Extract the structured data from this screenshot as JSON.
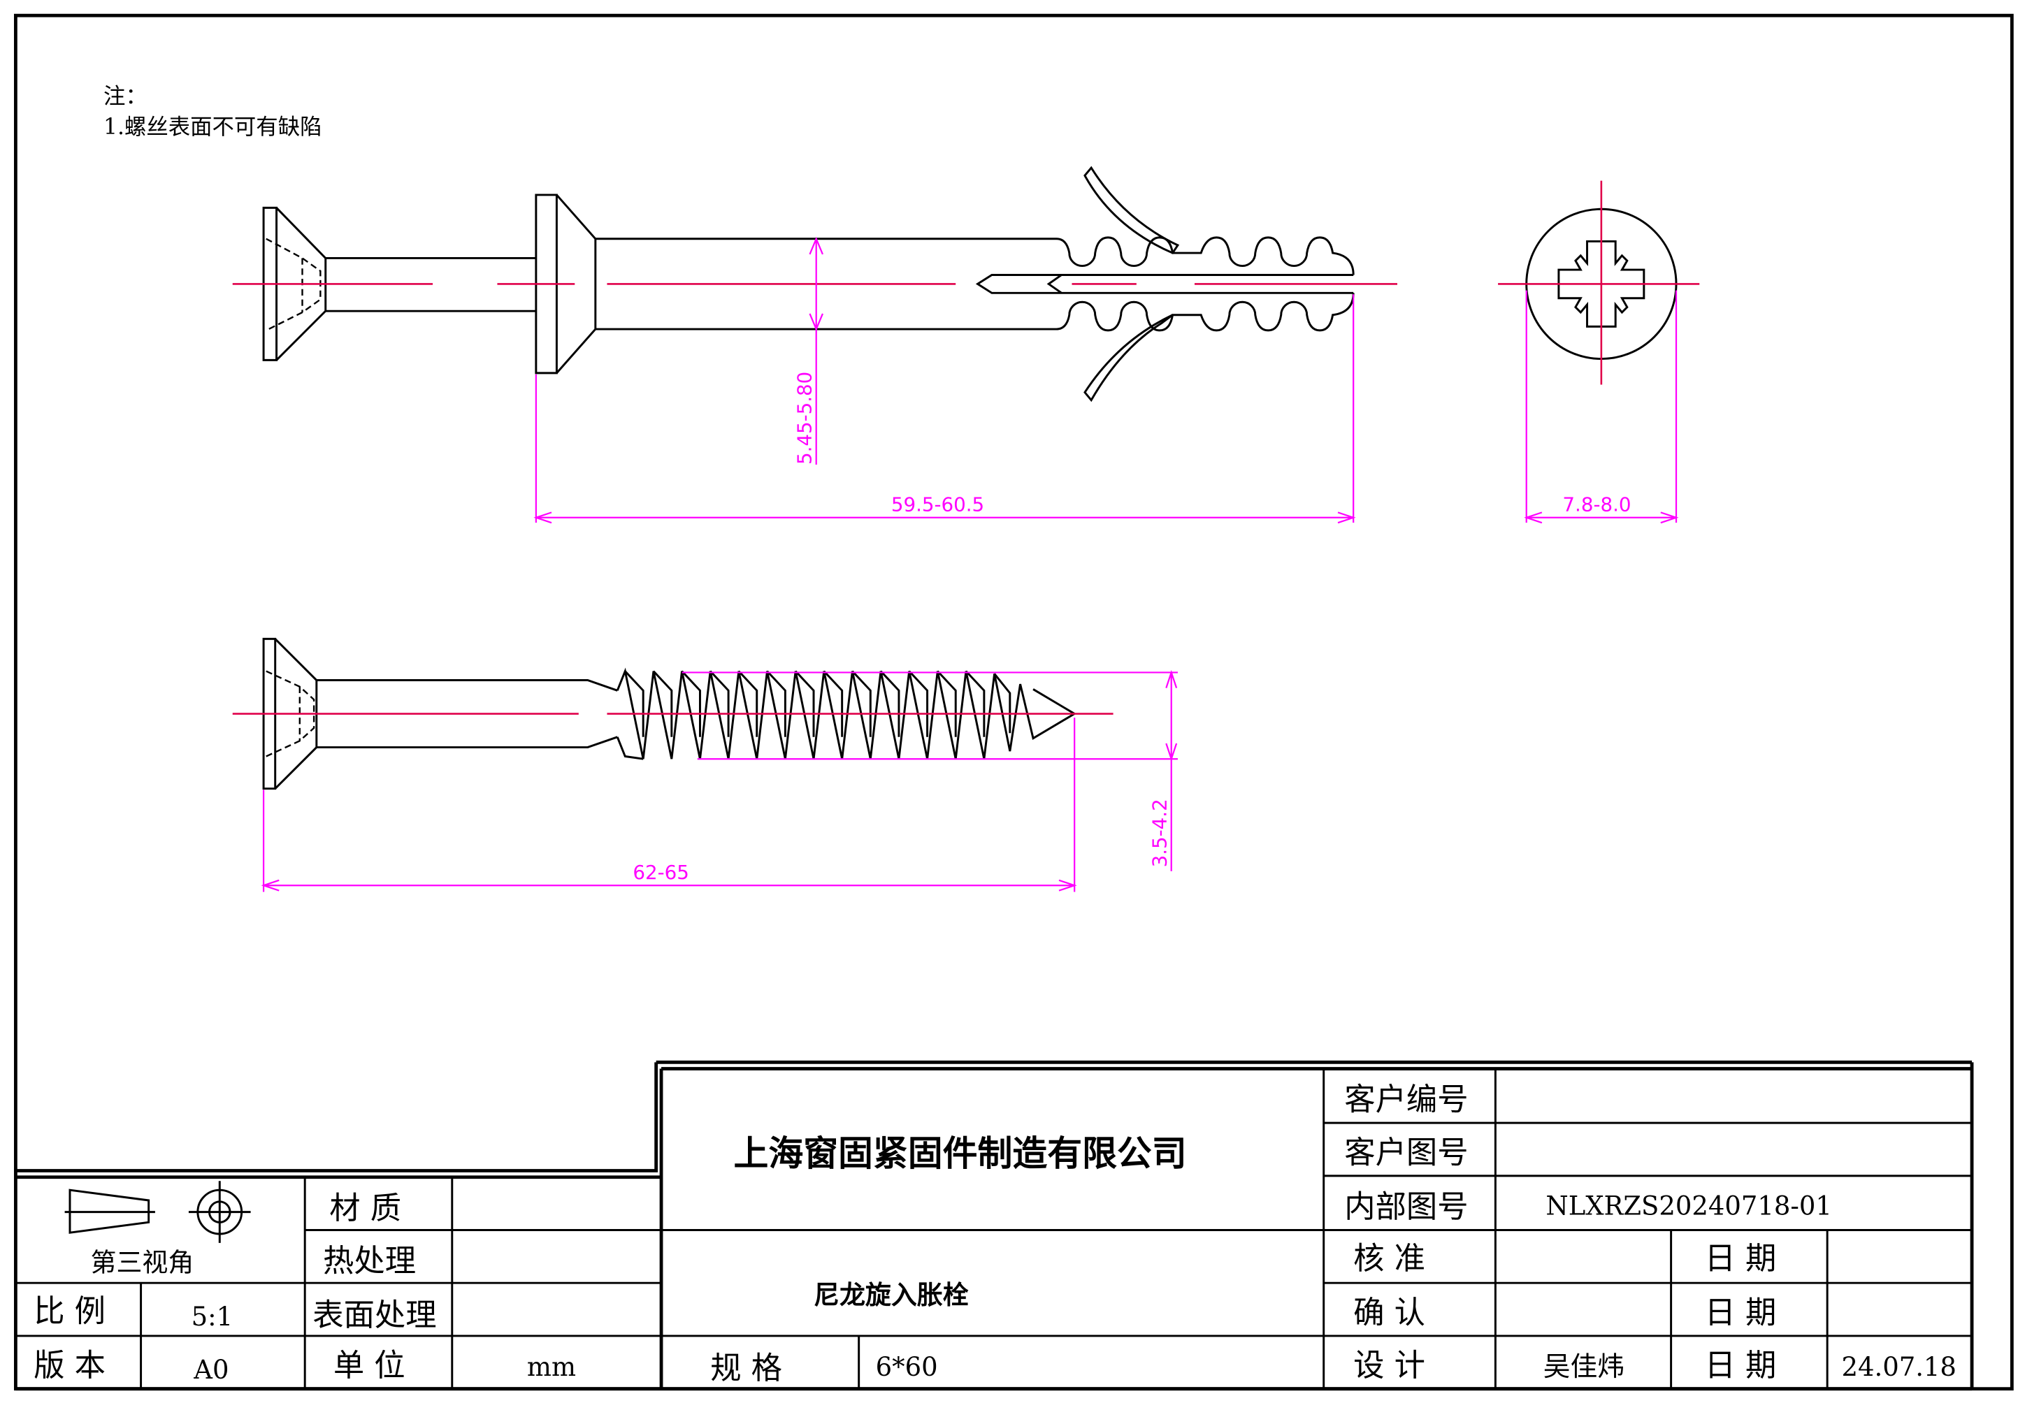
{
  "notes": {
    "heading": "注：",
    "item1": "1.螺丝表面不可有缺陷"
  },
  "dimensions": {
    "anchor_diameter": "5.45-5.80",
    "anchor_length": "59.5-60.5",
    "head_diameter": "7.8-8.0",
    "screw_diameter": "3.5-4.2",
    "screw_length": "62-65"
  },
  "colors": {
    "dimension": "#ff00ff",
    "centerline": "#e0004a"
  },
  "title_block": {
    "company": "上海窗固紧固件制造有限公司",
    "part_name": "尼龙旋入胀栓",
    "projection": "第三视角",
    "material_label": "材 质",
    "material_value": "",
    "heat_label": "热处理",
    "heat_value": "",
    "surface_label": "表面处理",
    "surface_value": "",
    "scale_label": "比 例",
    "scale_value": "5:1",
    "version_label": "版 本",
    "version_value": "A0",
    "unit_label": "单 位",
    "unit_value": "mm",
    "spec_label": "规  格",
    "spec_value": "6*60",
    "customer_no_label": "客户编号",
    "customer_no_value": "",
    "customer_dwg_label": "客户图号",
    "customer_dwg_value": "",
    "internal_dwg_label": "内部图号",
    "internal_dwg_value": "NLXRZS20240718-01",
    "check_label": "核  准",
    "confirm_label": "确  认",
    "design_label": "设  计",
    "designer": "吴佳炜",
    "date_label": "日 期",
    "date_value": "24.07.18"
  }
}
